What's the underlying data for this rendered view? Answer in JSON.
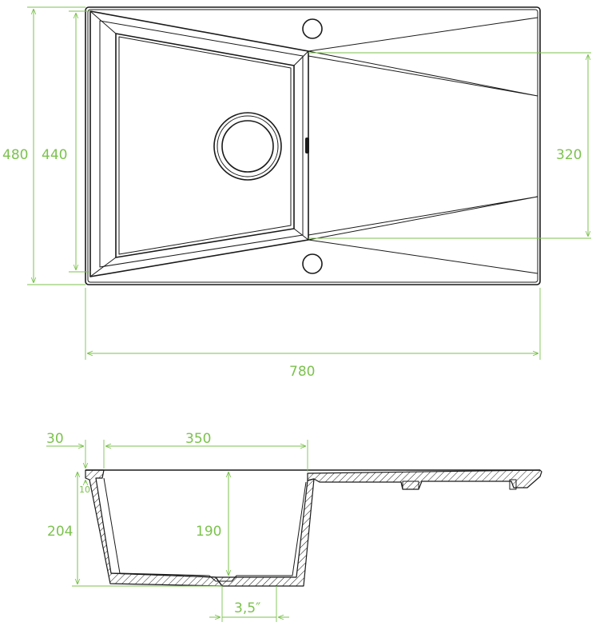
{
  "plan_view": {
    "dimensions": {
      "overall_depth": "480",
      "bowl_depth": "440",
      "drainer_width": "320",
      "overall_width": "780"
    }
  },
  "section_view": {
    "dimensions": {
      "rim_offset": "30",
      "bowl_width": "350",
      "rim_thickness": "10",
      "overall_height": "204",
      "bowl_height": "190",
      "waste_diameter": "3,5″"
    }
  },
  "colors": {
    "dimension_line": "#7cc24e",
    "outline": "#1a1a1a"
  }
}
